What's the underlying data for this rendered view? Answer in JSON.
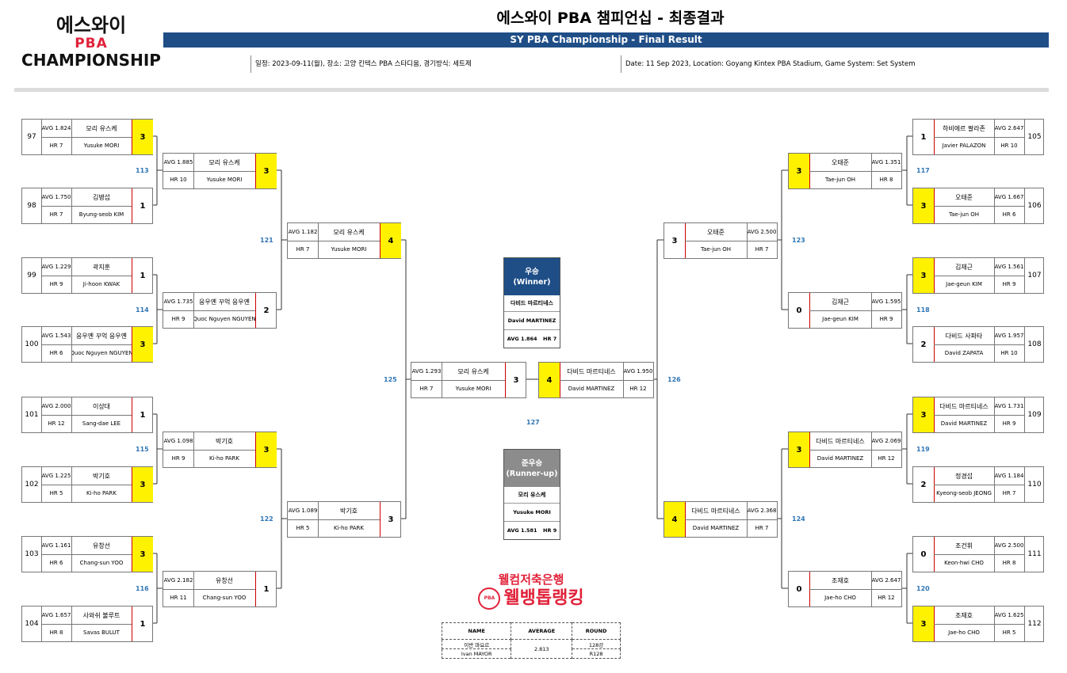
{
  "header": {
    "logo_line1": "에스와이",
    "logo_line2": "PBA",
    "logo_line3": "CHAMPIONSHIP",
    "title_ko": "에스와이 PBA 챔피언십 - 최종결과",
    "title_en": "SY PBA Championship - Final Result",
    "info_ko": "일정: 2023-09-11(월), 장소: 고양 킨텍스 PBA 스타디움, 경기방식: 세트제",
    "info_en": "Date: 11 Sep 2023, Location: Goyang Kintex PBA Stadium, Game System: Set System"
  },
  "r128": [
    {
      "seed": "97",
      "ko": "모리 유스케",
      "en": "Yusuke MORI",
      "avg": "AVG 1.824",
      "hr": "HR 7",
      "score": "3",
      "win": true
    },
    {
      "seed": "98",
      "ko": "김병섭",
      "en": "Byung-seob KIM",
      "avg": "AVG 1.750",
      "hr": "HR 7",
      "score": "1",
      "win": false
    },
    {
      "seed": "99",
      "ko": "곽지훈",
      "en": "Ji-hoon KWAK",
      "avg": "AVG 1.229",
      "hr": "HR 9",
      "score": "1",
      "win": false
    },
    {
      "seed": "100",
      "ko": "응우옌 꾸억 응우옌",
      "en": "Quoc Nguyen NGUYEN",
      "avg": "AVG 1.543",
      "hr": "HR 6",
      "score": "3",
      "win": true
    },
    {
      "seed": "101",
      "ko": "이상대",
      "en": "Sang-dae LEE",
      "avg": "AVG 2.000",
      "hr": "HR 12",
      "score": "1",
      "win": false
    },
    {
      "seed": "102",
      "ko": "박기호",
      "en": "Ki-ho PARK",
      "avg": "AVG 1.225",
      "hr": "HR 5",
      "score": "3",
      "win": true
    },
    {
      "seed": "103",
      "ko": "유창선",
      "en": "Chang-sun YOO",
      "avg": "AVG 1.161",
      "hr": "HR 6",
      "score": "3",
      "win": true
    },
    {
      "seed": "104",
      "ko": "사와쉬 불루트",
      "en": "Savas BULUT",
      "avg": "AVG 1.657",
      "hr": "HR 8",
      "score": "1",
      "win": false
    },
    {
      "seed": "105",
      "ko": "하비에르 팔라존",
      "en": "Javier PALAZON",
      "avg": "AVG 2.647",
      "hr": "HR 10",
      "score": "1",
      "win": false
    },
    {
      "seed": "106",
      "ko": "오태준",
      "en": "Tae-jun OH",
      "avg": "AVG 1.667",
      "hr": "HR 6",
      "score": "3",
      "win": true
    },
    {
      "seed": "107",
      "ko": "김재근",
      "en": "Jae-geun KIM",
      "avg": "AVG 1.561",
      "hr": "HR 9",
      "score": "3",
      "win": true
    },
    {
      "seed": "108",
      "ko": "다비드 사파타",
      "en": "David ZAPATA",
      "avg": "AVG 1.957",
      "hr": "HR 10",
      "score": "2",
      "win": false
    },
    {
      "seed": "109",
      "ko": "다비드 마르티네스",
      "en": "David MARTINEZ",
      "avg": "AVG 1.731",
      "hr": "HR 9",
      "score": "3",
      "win": true
    },
    {
      "seed": "110",
      "ko": "정경섭",
      "en": "Kyeong-seob JEONG",
      "avg": "AVG 1.184",
      "hr": "HR 7",
      "score": "2",
      "win": false
    },
    {
      "seed": "111",
      "ko": "조건휘",
      "en": "Keon-hwi CHO",
      "avg": "AVG 2.500",
      "hr": "HR 8",
      "score": "0",
      "win": false
    },
    {
      "seed": "112",
      "ko": "조재호",
      "en": "Jae-ho CHO",
      "avg": "AVG 1.625",
      "hr": "HR 5",
      "score": "3",
      "win": true
    }
  ],
  "r64": [
    {
      "num": "113",
      "ko": "모리 유스케",
      "en": "Yusuke MORI",
      "avg": "AVG 1.885",
      "hr": "HR 10",
      "score": "3",
      "win": true
    },
    {
      "num": "114",
      "ko": "응우옌 꾸억 응우옌",
      "en": "Quoc Nguyen NGUYEN",
      "avg": "AVG 1.735",
      "hr": "HR 9",
      "score": "2",
      "win": false
    },
    {
      "num": "115",
      "ko": "박기호",
      "en": "Ki-ho PARK",
      "avg": "AVG 1.098",
      "hr": "HR 9",
      "score": "3",
      "win": true
    },
    {
      "num": "116",
      "ko": "유창선",
      "en": "Chang-sun YOO",
      "avg": "AVG 2.182",
      "hr": "HR 11",
      "score": "1",
      "win": false
    },
    {
      "num": "117",
      "ko": "오태준",
      "en": "Tae-jun OH",
      "avg": "AVG 1.351",
      "hr": "HR 8",
      "score": "3",
      "win": true
    },
    {
      "num": "118",
      "ko": "김재근",
      "en": "Jae-geun KIM",
      "avg": "AVG 1.595",
      "hr": "HR 9",
      "score": "0",
      "win": false
    },
    {
      "num": "119",
      "ko": "다비드 마르티네스",
      "en": "David MARTINEZ",
      "avg": "AVG 2.069",
      "hr": "HR 12",
      "score": "3",
      "win": true
    },
    {
      "num": "120",
      "ko": "조재호",
      "en": "Jae-ho CHO",
      "avg": "AVG 2.647",
      "hr": "HR 12",
      "score": "0",
      "win": false
    }
  ],
  "r32": [
    {
      "num": "121",
      "ko": "모리 유스케",
      "en": "Yusuke MORI",
      "avg": "AVG 1.182",
      "hr": "HR 7",
      "score": "4",
      "win": true
    },
    {
      "num": "122",
      "ko": "박기호",
      "en": "Ki-ho PARK",
      "avg": "AVG 1.089",
      "hr": "HR 5",
      "score": "3",
      "win": false
    },
    {
      "num": "123",
      "ko": "오태준",
      "en": "Tae-jun OH",
      "avg": "AVG 2.500",
      "hr": "HR 7",
      "score": "3",
      "win": false
    },
    {
      "num": "124",
      "ko": "다비드 마르티네스",
      "en": "David MARTINEZ",
      "avg": "AVG 2.368",
      "hr": "HR 7",
      "score": "4",
      "win": true
    }
  ],
  "r16": [
    {
      "num": "125",
      "ko": "모리 유스케",
      "en": "Yusuke MORI",
      "avg": "AVG 1.293",
      "hr": "HR 7",
      "score": "3",
      "win": false
    },
    {
      "num": "126",
      "ko": "다비드 마르티네스",
      "en": "David MARTINEZ",
      "avg": "AVG 1.950",
      "hr": "HR 12",
      "score": "4",
      "win": true
    }
  ],
  "final_num": "127",
  "winner": {
    "label1": "우승",
    "label2": "(Winner)",
    "ko": "다비드 마르티네스",
    "en": "David MARTINEZ",
    "avg": "AVG 1.864",
    "hr": "HR 7",
    "color": "#1f4e87"
  },
  "runnerup": {
    "label1": "준우승",
    "label2": "(Runner-up)",
    "ko": "모리 유스케",
    "en": "Yusuke MORI",
    "avg": "AVG 1.581",
    "hr": "HR 9",
    "color": "#8c8c8c"
  },
  "sponsor": {
    "line1": "웰컴저축은행",
    "line2": "웰뱅톱랭킹",
    "ball": "PBA"
  },
  "high_run": {
    "headers": [
      "NAME",
      "AVERAGE",
      "ROUND"
    ],
    "name_ko": "이반 마요르",
    "name_en": "Ivan MAYOR",
    "average": "2.813",
    "round_ko": "128강",
    "round_en": "R128"
  },
  "colors": {
    "win": "#fff200",
    "title_bar": "#1f4e87",
    "number": "#2f75b5",
    "accent": "#e0223a"
  }
}
